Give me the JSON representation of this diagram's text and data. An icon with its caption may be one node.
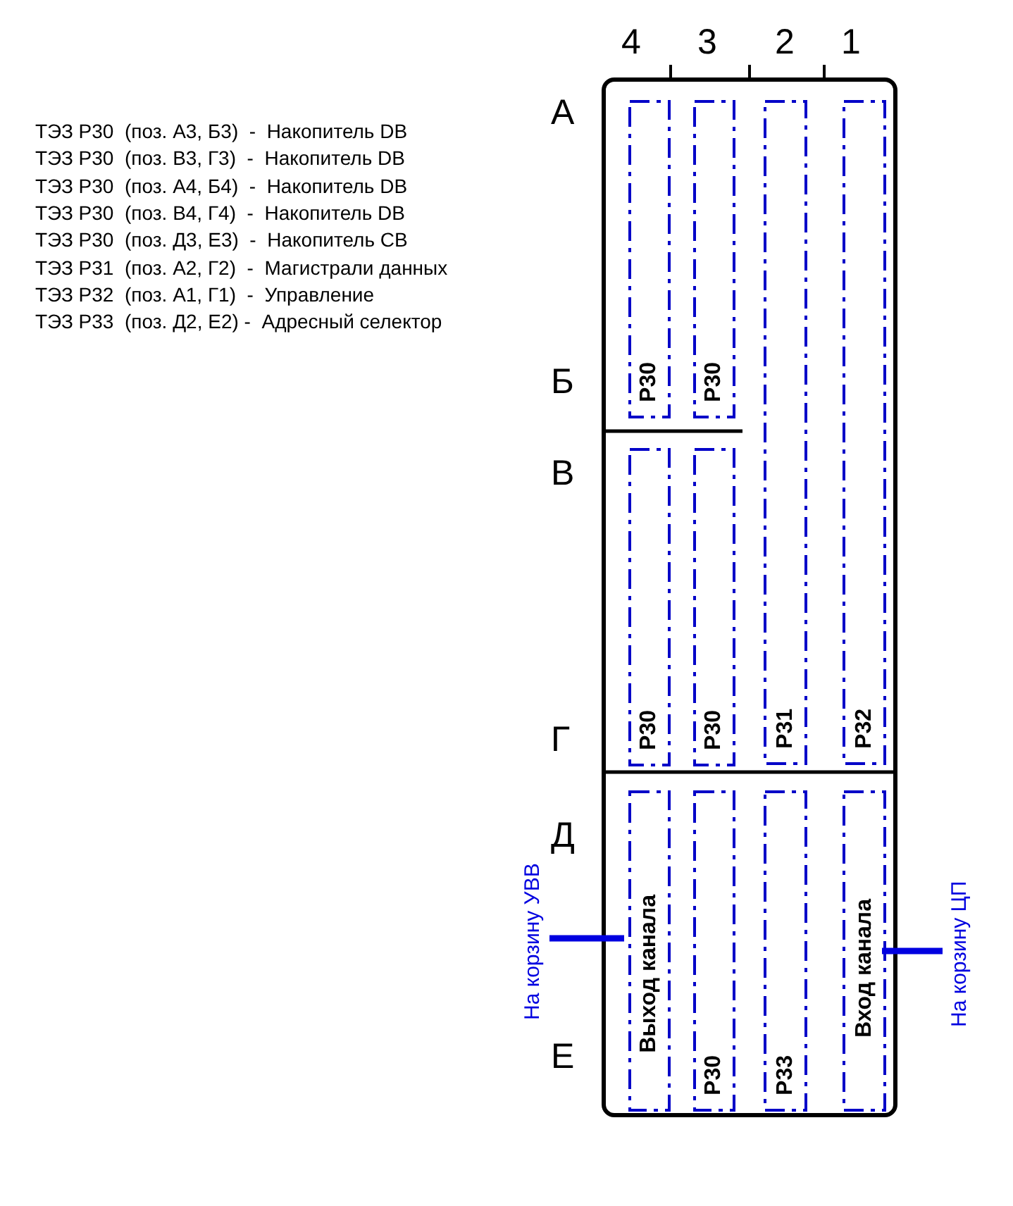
{
  "diagram": {
    "nodes": [
      {
        "text": [],
        "shape": "box"
      },
      {
        "text": [
          "P30"
        ],
        "in": 0
      },
      {
        "text": [
          "P30"
        ],
        "in": 0
      },
      {
        "text": [
          "P31"
        ],
        "in": 0
      },
      {
        "text": [
          "P32"
        ],
        "in": 0
      },
      {
        "text": [
          "P30"
        ],
        "in": 0
      },
      {
        "text": [
          "P30"
        ],
        "in": 0
      },
      {
        "text": [
          "Выход канала"
        ],
        "in": 0
      },
      {
        "text": [
          "P30"
        ],
        "in": 0
      },
      {
        "text": [
          "P33"
        ],
        "in": 0
      },
      {
        "text": [
          "Вход канала"
        ],
        "in": 0
      },
      {
        "text": [
          "На корзину УВВ"
        ]
      },
      {
        "text": [
          "На корзину ЦП"
        ]
      }
    ],
    "edges": [
      {
        "from": 7,
        "to": 11,
        "arrow": "none"
      },
      {
        "from": 10,
        "to": 12,
        "arrow": "none"
      }
    ],
    "labels": [
      "4",
      "3",
      "2",
      "1",
      "А",
      "Б",
      "В",
      "Г",
      "Д",
      "Е",
      "ТЭЗ Р30  (поз. А3, Б3)  -  Накопитель DB",
      "ТЭЗ Р30  (поз. В3, Г3)  -  Накопитель DB",
      "ТЭЗ Р30  (поз. А4, Б4)  -  Накопитель DB",
      "ТЭЗ Р30  (поз. В4, Г4)  -  Накопитель DB",
      "ТЭЗ Р30  (поз. Д3, Е3)  -  Накопитель СВ",
      "ТЭЗ Р31  (поз. А2, Г2)  -  Магистрали данных",
      "ТЭЗ Р32  (поз. А1, Г1)  -  Управление",
      "ТЭЗ Р33  (поз. Д2, Е2) -  Адресный селектор"
    ]
  }
}
